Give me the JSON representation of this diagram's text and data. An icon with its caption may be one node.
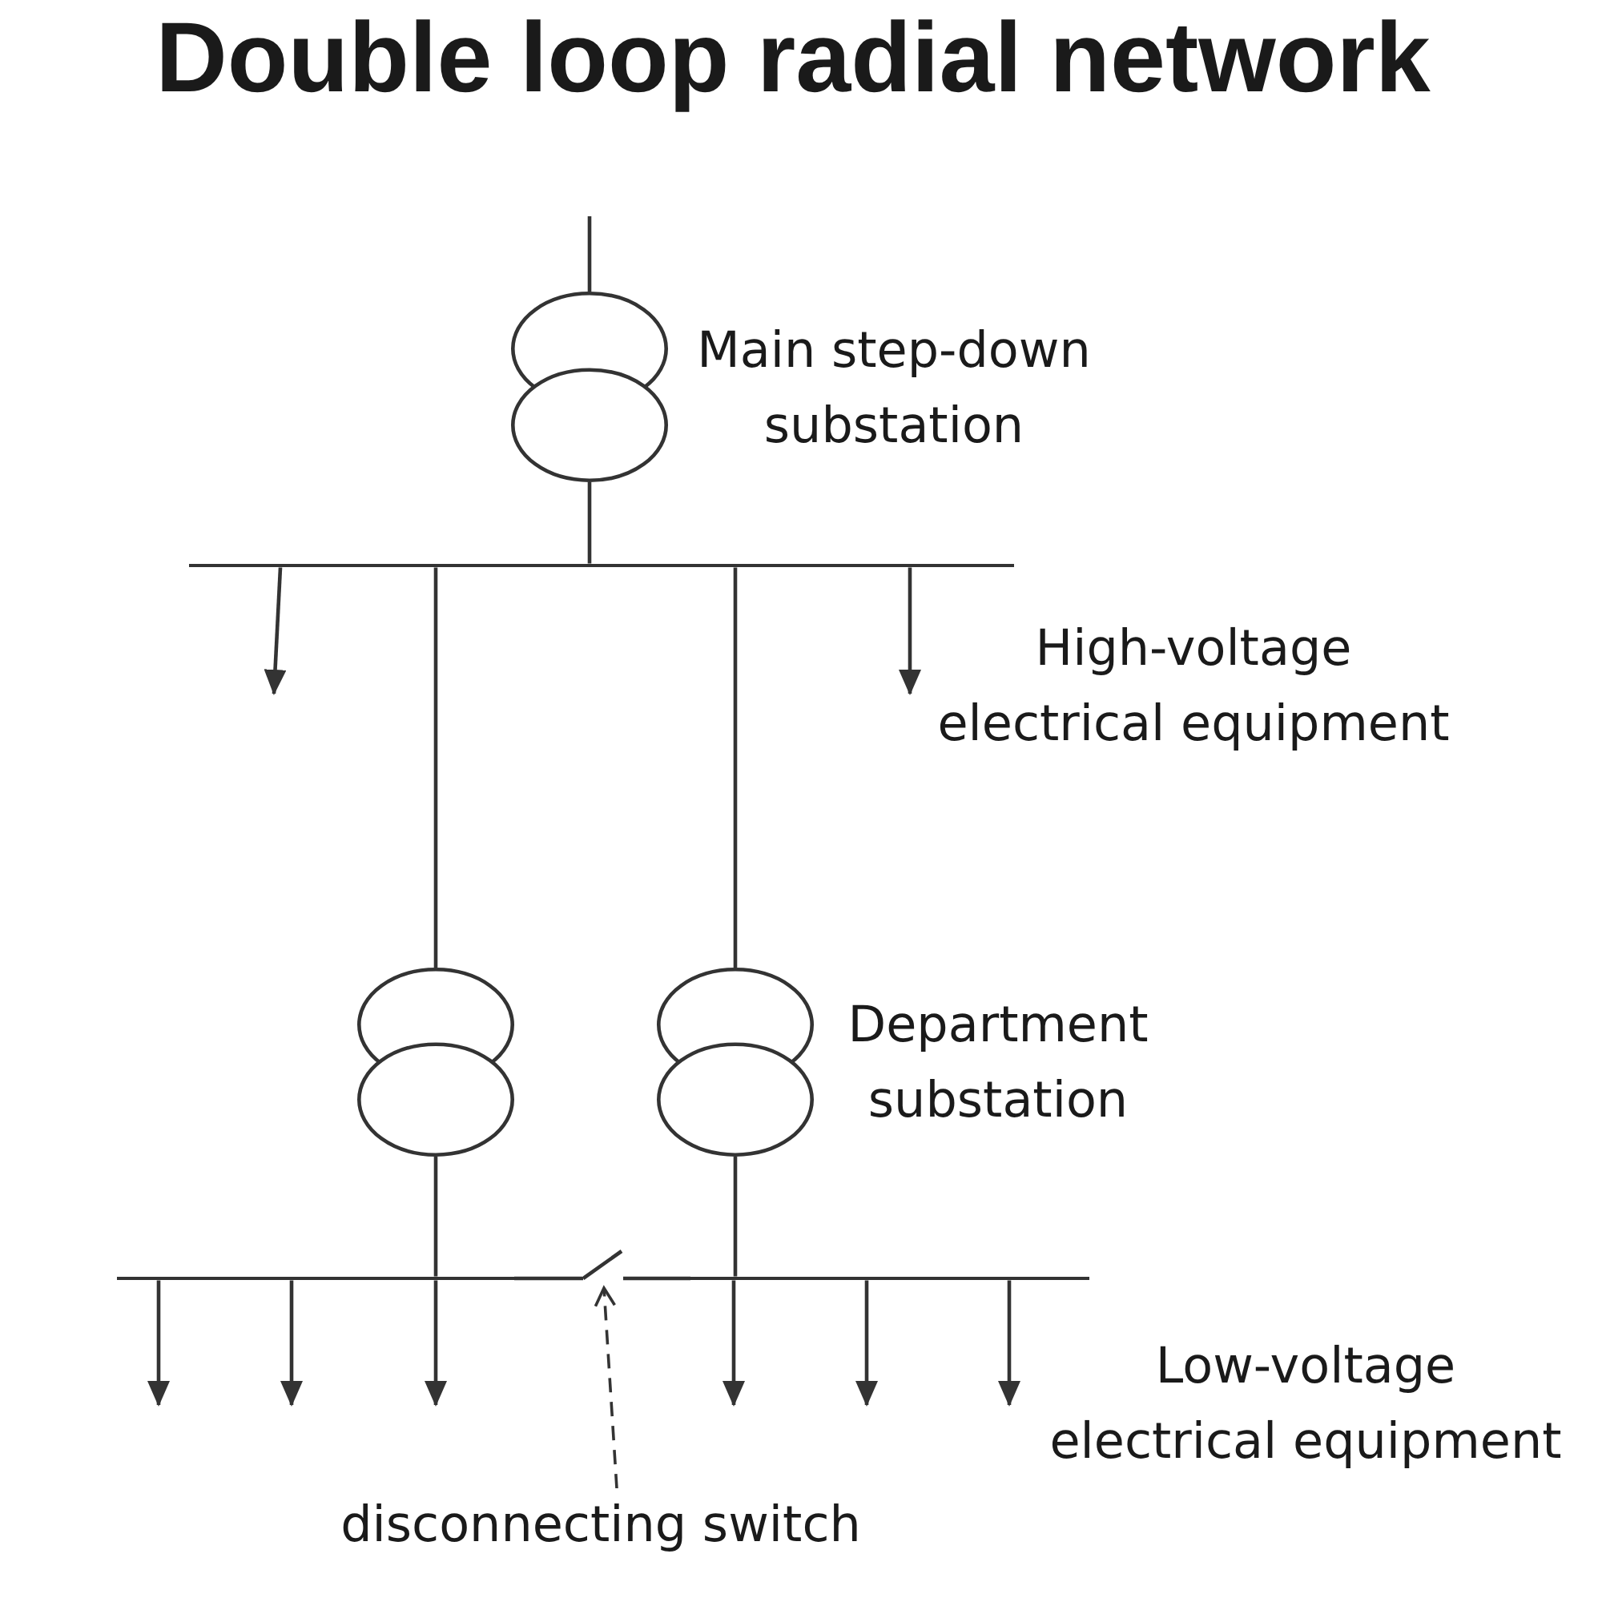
{
  "diagram": {
    "title": "Double loop radial network",
    "nodes": [
      {
        "text": [],
        "shape": "circle",
        "beside": [
          "Main step-down substation"
        ]
      },
      {
        "text": [],
        "shape": "bar"
      },
      {
        "text": [],
        "shape": "circle"
      },
      {
        "text": [],
        "shape": "circle",
        "beside": [
          "Department substation"
        ]
      },
      {
        "text": [],
        "shape": "bar"
      },
      {
        "text": [],
        "shape": "switch"
      },
      {
        "text": [],
        "shape": "bar"
      },
      {
        "text": [
          "disconnecting switch"
        ]
      }
    ],
    "edges": [
      {
        "from": null,
        "to": 0,
        "arrow": "none"
      },
      {
        "from": 0,
        "to": 1,
        "arrow": "none"
      },
      {
        "from": 1,
        "to": null,
        "arrow": "to"
      },
      {
        "from": 1,
        "to": 2,
        "arrow": "none"
      },
      {
        "from": 1,
        "to": 3,
        "arrow": "none"
      },
      {
        "from": 1,
        "to": null,
        "arrow": "to"
      },
      {
        "from": 2,
        "to": 4,
        "arrow": "none"
      },
      {
        "from": 3,
        "to": 6,
        "arrow": "none"
      },
      {
        "from": 4,
        "to": 5,
        "arrow": "none"
      },
      {
        "from": 5,
        "to": 6,
        "arrow": "none"
      },
      {
        "from": 4,
        "to": null,
        "arrow": "to"
      },
      {
        "from": 4,
        "to": null,
        "arrow": "to"
      },
      {
        "from": 4,
        "to": null,
        "arrow": "to"
      },
      {
        "from": 6,
        "to": null,
        "arrow": "to"
      },
      {
        "from": 6,
        "to": null,
        "arrow": "to"
      },
      {
        "from": 6,
        "to": null,
        "arrow": "to"
      },
      {
        "from": 7,
        "to": 5,
        "arrow": "to",
        "style": "dashed"
      }
    ],
    "labels": [
      "High-voltage electrical equipment",
      "Low-voltage electrical equipment"
    ]
  }
}
